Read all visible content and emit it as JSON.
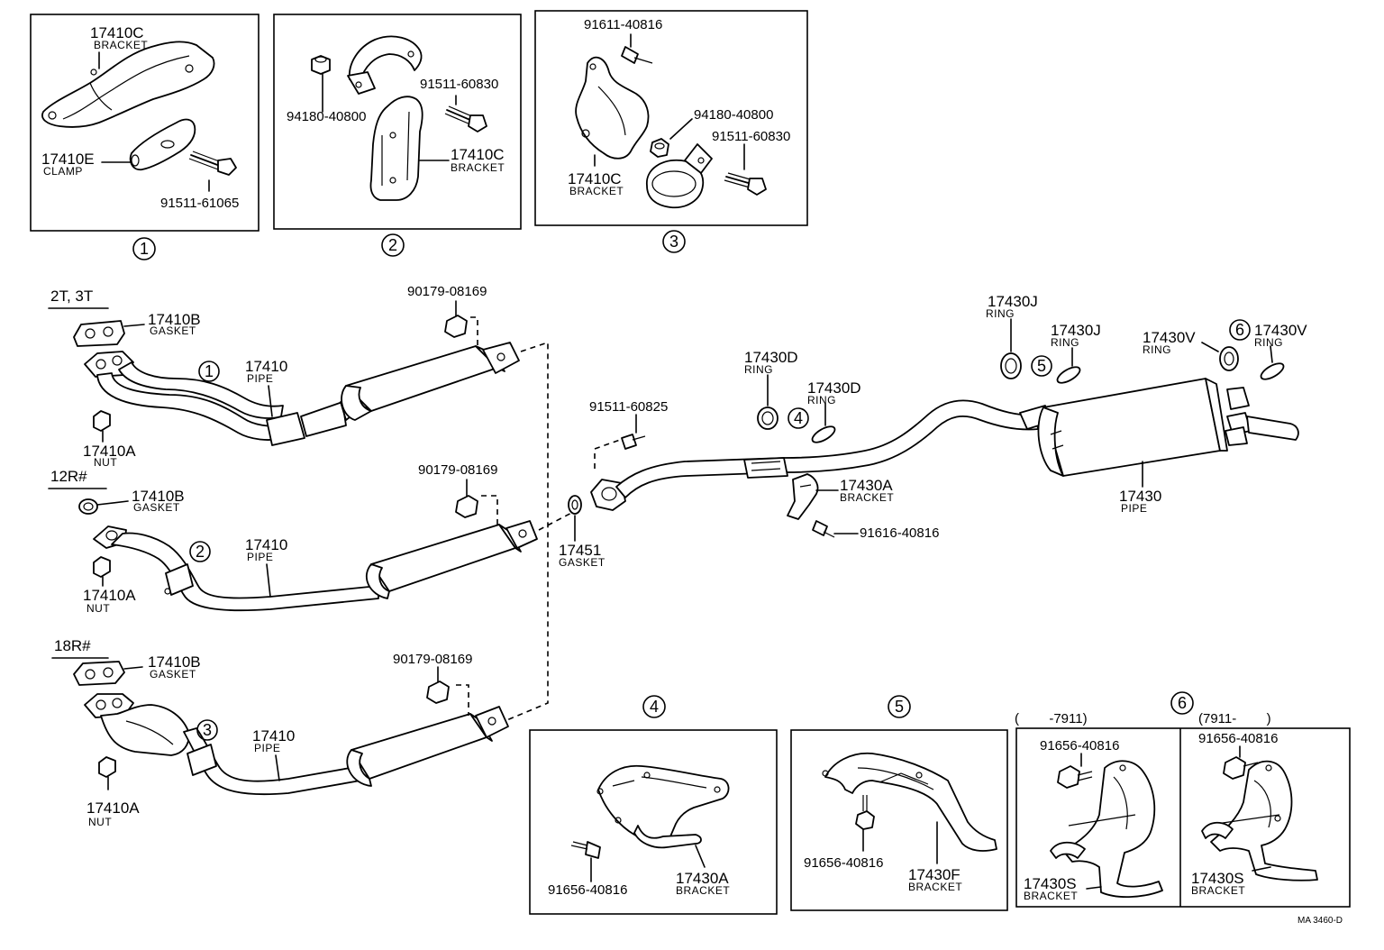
{
  "diagram_ref": "MA 3460-D",
  "engine_variants": {
    "v1": "2T, 3T",
    "v2": "12R#",
    "v3": "18R#"
  },
  "inset_1": {
    "number": "1",
    "bracket": {
      "pn": "17410C",
      "name": "BRACKET"
    },
    "clamp": {
      "pn": "17410E",
      "name": "CLAMP"
    },
    "bolt": {
      "pn": "91511-61065"
    }
  },
  "inset_2": {
    "number": "2",
    "nut": {
      "pn": "94180-40800"
    },
    "bolt": {
      "pn": "91511-60830"
    },
    "bracket": {
      "pn": "17410C",
      "name": "BRACKET"
    }
  },
  "inset_3": {
    "number": "3",
    "bolt_top": {
      "pn": "91611-40816"
    },
    "nut": {
      "pn": "94180-40800"
    },
    "bolt": {
      "pn": "91511-60830"
    },
    "bracket": {
      "pn": "17410C",
      "name": "BRACKET"
    }
  },
  "front": {
    "gasket": {
      "pn": "17410B",
      "name": "GASKET"
    },
    "nut": {
      "pn": "17410A",
      "name": "NUT"
    },
    "pipe": {
      "pn": "17410",
      "name": "PIPE"
    },
    "stud_nut": {
      "pn": "90179-08169"
    },
    "callout_1": "1",
    "callout_2": "2",
    "callout_3": "3"
  },
  "joint_gasket": {
    "pn": "17451",
    "name": "GASKET"
  },
  "joint_bolt": {
    "pn": "91511-60825"
  },
  "tail": {
    "ring_d1": {
      "pn": "17430D",
      "name": "RING"
    },
    "ring_d2": {
      "pn": "17430D",
      "name": "RING"
    },
    "callout_4": "4",
    "bracket_a": {
      "pn": "17430A",
      "name": "BRACKET"
    },
    "bolt": {
      "pn": "91616-40816"
    },
    "ring_j1": {
      "pn": "17430J",
      "name": "RING"
    },
    "ring_j2": {
      "pn": "17430J",
      "name": "RING"
    },
    "callout_5": "5",
    "ring_v1": {
      "pn": "17430V",
      "name": "RING"
    },
    "ring_v2": {
      "pn": "17430V",
      "name": "RING"
    },
    "callout_6": "6",
    "pipe": {
      "pn": "17430",
      "name": "PIPE"
    }
  },
  "inset_4": {
    "number": "4",
    "bolt": {
      "pn": "91656-40816"
    },
    "bracket": {
      "pn": "17430A",
      "name": "BRACKET"
    }
  },
  "inset_5": {
    "number": "5",
    "bolt": {
      "pn": "91656-40816"
    },
    "bracket": {
      "pn": "17430F",
      "name": "BRACKET"
    }
  },
  "inset_6": {
    "number": "6",
    "range_left": "(        -7911)",
    "range_right": "(7911-        )",
    "left_bolt": {
      "pn": "91656-40816"
    },
    "left_bracket": {
      "pn": "17430S",
      "name": "BRACKET"
    },
    "right_bolt": {
      "pn": "91656-40816"
    },
    "right_bracket": {
      "pn": "17430S",
      "name": "BRACKET"
    }
  }
}
